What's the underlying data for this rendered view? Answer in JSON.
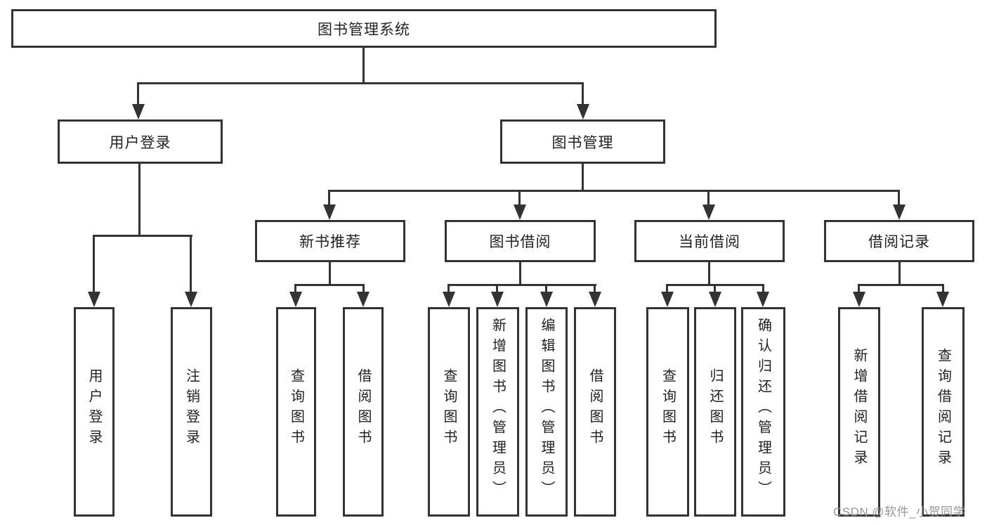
{
  "diagram": {
    "root_label": "图书管理系统",
    "branches": {
      "user_login": {
        "label": "用户登录",
        "children": [
          "用户登录",
          "注销登录"
        ]
      },
      "book_management": {
        "label": "图书管理",
        "children": {
          "new_book_recommend": {
            "label": "新书推荐",
            "children": [
              "查询图书",
              "借阅图书"
            ]
          },
          "book_borrow": {
            "label": "图书借阅",
            "children": [
              "查询图书",
              "新增图书（管理员）",
              "编辑图书（管理员）",
              "借阅图书"
            ]
          },
          "current_borrow": {
            "label": "当前借阅",
            "children": [
              "查询图书",
              "归还图书",
              "确认归还（管理员）"
            ]
          },
          "borrow_record": {
            "label": "借阅记录",
            "children": [
              "新增借阅记录",
              "查询借阅记录"
            ]
          }
        }
      }
    }
  },
  "watermark": {
    "text": "CSDN @软件_小贺同学"
  },
  "colors": {
    "line": "#333333",
    "box_background": "#ffffff",
    "text": "#222222",
    "watermark": "#969696"
  }
}
